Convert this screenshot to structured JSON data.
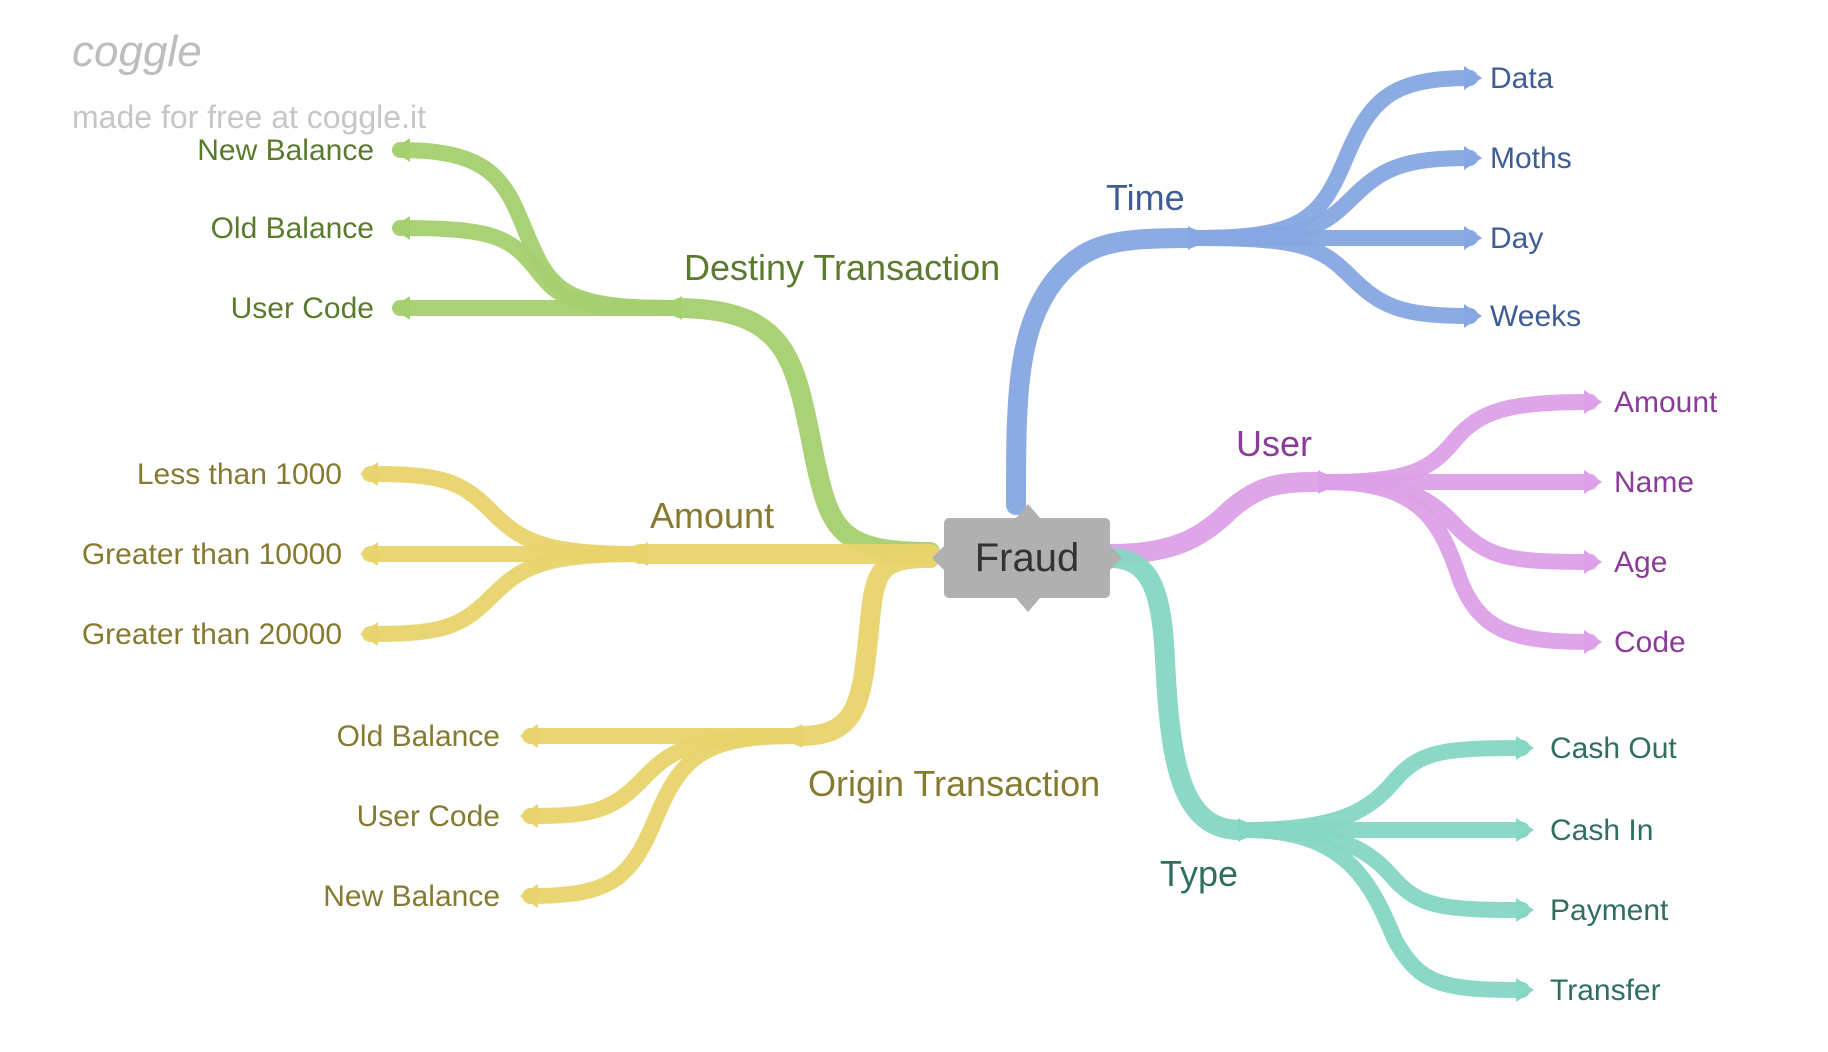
{
  "watermark": {
    "logo": "coggle",
    "tagline": "made for free at coggle.it"
  },
  "center": {
    "label": "Fraud"
  },
  "colors": {
    "center_fill": "#b0b0b0",
    "center_text": "#333333",
    "watermark": "#bdbdbd",
    "green": "#a4d070",
    "green_text": "#5a7a2e",
    "yellow": "#e8d46c",
    "yellow_text": "#857a30",
    "blue": "#86a7e2",
    "blue_text": "#3e5d94",
    "purple": "#dca0e8",
    "purple_text": "#8a3c98",
    "teal": "#86d6c4",
    "teal_text": "#2f6e60"
  },
  "branches": {
    "destiny_transaction": {
      "label": "Destiny Transaction",
      "children": [
        "New Balance",
        "Old Balance",
        "User Code"
      ]
    },
    "amount": {
      "label": "Amount",
      "children": [
        "Less than 1000",
        "Greater than 10000",
        "Greater than 20000"
      ]
    },
    "origin_transaction": {
      "label": "Origin Transaction",
      "children": [
        "Old Balance",
        "User Code",
        "New Balance"
      ]
    },
    "time": {
      "label": "Time",
      "children": [
        "Data",
        "Moths",
        "Day",
        "Weeks"
      ]
    },
    "user": {
      "label": "User",
      "children": [
        "Amount",
        "Name",
        "Age",
        "Code"
      ]
    },
    "type": {
      "label": "Type",
      "children": [
        "Cash Out",
        "Cash In",
        "Payment",
        "Transfer"
      ]
    }
  }
}
